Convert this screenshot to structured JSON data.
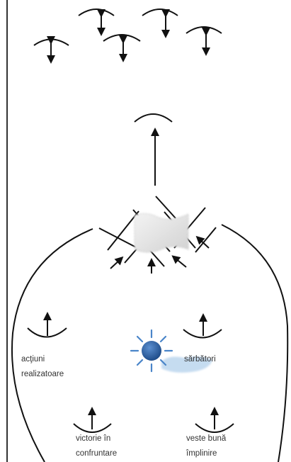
{
  "labels": {
    "actions": {
      "line1": "acţiuni",
      "line2": "realizatoare"
    },
    "celebrations": {
      "line1": "sărbători"
    },
    "victory": {
      "line1": "victorie în",
      "line2": "confruntare"
    },
    "good_news": {
      "line1": "veste bună",
      "line2": "împlinire"
    }
  },
  "colors": {
    "stroke": "#111111",
    "sun": "#2d5f9e",
    "sun_rays": "#4a85c9",
    "cloud": "#bcd6ee",
    "patch": "#e6e6e6"
  },
  "icons": {
    "top_group": "double-arrow-arc-icon",
    "up": "up-arrow-arc-icon",
    "sun": "sun-icon",
    "patch": "blurred-patch-icon"
  }
}
